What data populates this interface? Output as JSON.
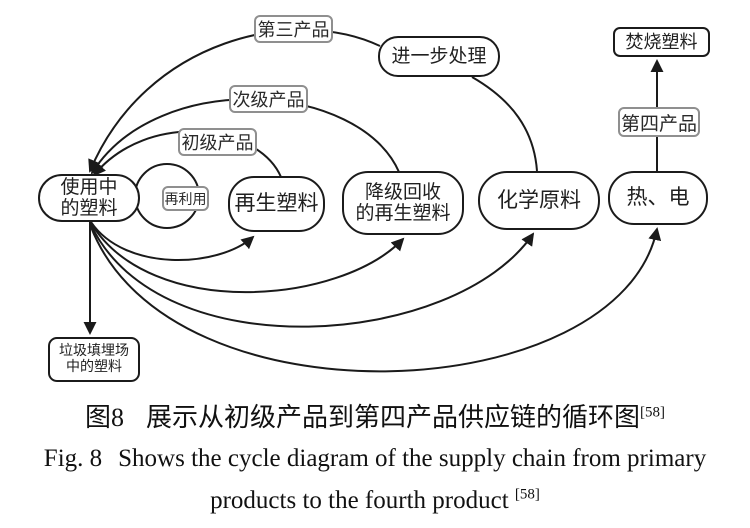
{
  "figure": {
    "type": "cycle-diagram",
    "language": "zh-CN / en"
  },
  "nodes": {
    "plastic_in_use": {
      "line1": "使用中",
      "line2": "的塑料"
    },
    "recycled_plastic": {
      "label": "再生塑料"
    },
    "downcycled_recycled_plastic": {
      "line1": "降级回收",
      "line2": "的再生塑料"
    },
    "chemical_feedstock": {
      "label": "化学原料"
    },
    "heat_electricity": {
      "label": "热、电"
    },
    "further_processing": {
      "label": "进一步处理"
    },
    "incinerated_plastic": {
      "label": "焚烧塑料"
    },
    "landfill_plastic": {
      "line1": "垃圾填埋场",
      "line2": "中的塑料"
    }
  },
  "edge_labels": {
    "reuse": "再利用",
    "primary_product": "初级产品",
    "secondary_product": "次级产品",
    "third_product": "第三产品",
    "fourth_product": "第四产品"
  },
  "edges": [
    {
      "from": "使用中的塑料",
      "to": "使用中的塑料",
      "label": "再利用",
      "style": "self-loop"
    },
    {
      "from": "再生塑料",
      "to": "使用中的塑料",
      "label": "初级产品"
    },
    {
      "from": "降级回收的再生塑料",
      "to": "使用中的塑料",
      "label": "次级产品"
    },
    {
      "from": "进一步处理",
      "to": "使用中的塑料",
      "label": "第三产品"
    },
    {
      "from": "化学原料",
      "to": "进一步处理",
      "label": ""
    },
    {
      "from": "使用中的塑料",
      "to": "再生塑料",
      "label": ""
    },
    {
      "from": "使用中的塑料",
      "to": "降级回收的再生塑料",
      "label": ""
    },
    {
      "from": "使用中的塑料",
      "to": "化学原料",
      "label": ""
    },
    {
      "from": "使用中的塑料",
      "to": "热、电",
      "label": ""
    },
    {
      "from": "使用中的塑料",
      "to": "垃圾填埋场中的塑料",
      "label": ""
    },
    {
      "from": "热、电",
      "to": "焚烧塑料",
      "label": "第四产品"
    }
  ],
  "caption": {
    "zh_prefix": "图8",
    "zh_text": "展示从初级产品到第四产品供应链的循环图",
    "zh_ref": "[58]",
    "en_prefix": "Fig. 8",
    "en_line1": "Shows the cycle diagram of the supply chain from primary",
    "en_line2": "products to the fourth product ",
    "en_ref": "[58]"
  },
  "colors": {
    "background": "#ffffff",
    "node_border": "#1b1b1b",
    "edge_stroke": "#1a1a1a",
    "label_border": "#8f8f8f",
    "text": "#111111"
  }
}
